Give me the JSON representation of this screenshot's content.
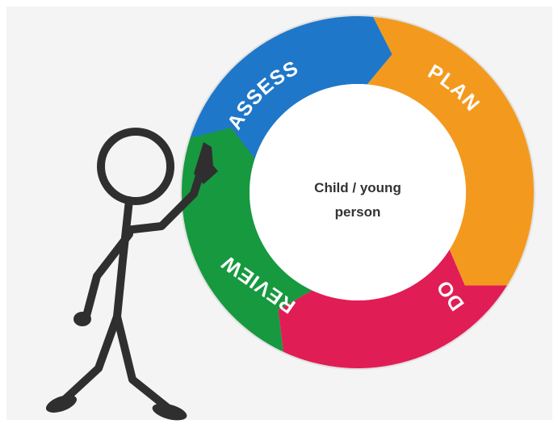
{
  "center": {
    "line1": "Child / young",
    "line2": "person"
  },
  "segments": {
    "assess": {
      "label": "ASSESS",
      "color": "#1f77c9"
    },
    "plan": {
      "label": "PLAN",
      "color": "#f39a1e"
    },
    "do": {
      "label": "DO",
      "color": "#e11d56"
    },
    "review": {
      "label": "REVIEW",
      "color": "#17993f"
    }
  },
  "colors": {
    "background": "#f4f4f4",
    "ring_outline": "#2e2e2e",
    "figure": "#2f2f2f",
    "center_fill": "#ffffff"
  }
}
